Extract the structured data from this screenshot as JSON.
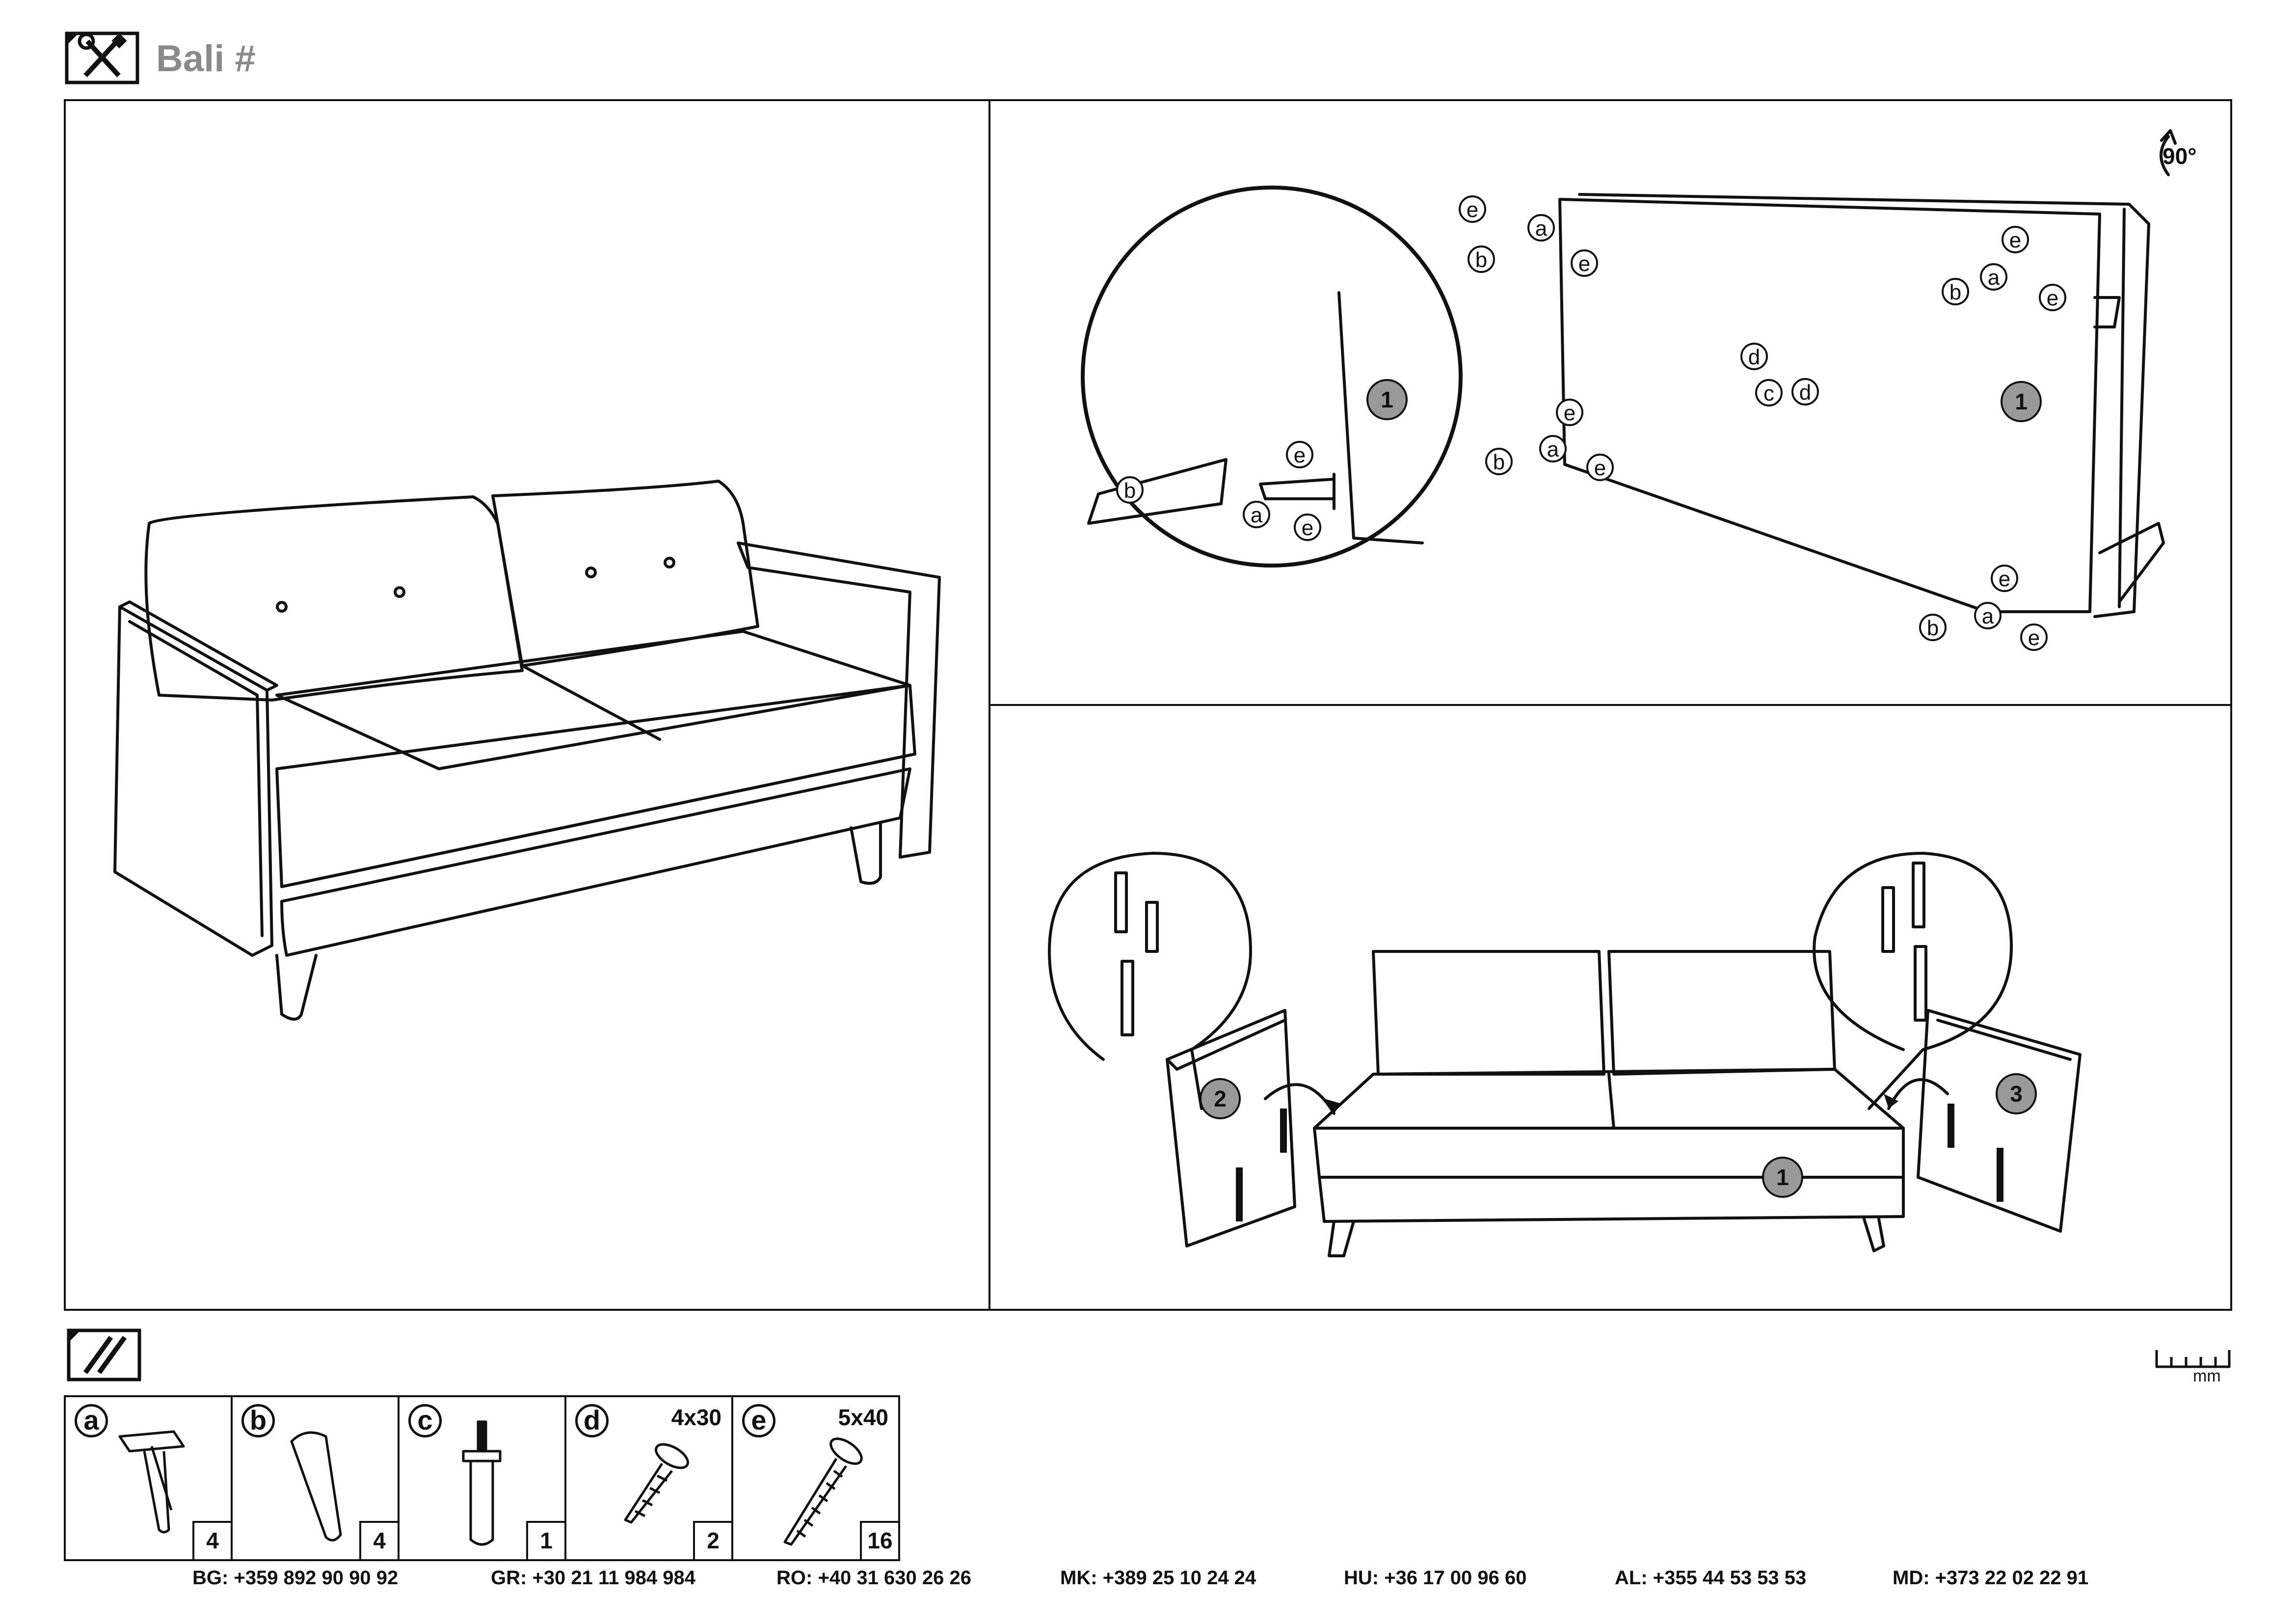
{
  "header": {
    "title": "Bali #",
    "icon": "tools-icon"
  },
  "step1": {
    "rotation": "90°"
  },
  "labels": {
    "a": "a",
    "b": "b",
    "c": "c",
    "d": "d",
    "e": "e",
    "n1": "1",
    "n2": "2",
    "n3": "3"
  },
  "hardware": {
    "icon": "screws-icon",
    "items": [
      {
        "letter": "a",
        "size": "",
        "qty": "4",
        "icon": "leg-bracket-icon"
      },
      {
        "letter": "b",
        "size": "",
        "qty": "4",
        "icon": "wooden-leg-icon"
      },
      {
        "letter": "c",
        "size": "",
        "qty": "1",
        "icon": "center-leg-icon"
      },
      {
        "letter": "d",
        "size": "4x30",
        "qty": "2",
        "icon": "screw-icon"
      },
      {
        "letter": "e",
        "size": "5x40",
        "qty": "16",
        "icon": "screw-icon"
      }
    ]
  },
  "ruler": {
    "unit": "mm"
  },
  "contacts": [
    {
      "code": "BG:",
      "phone": "+359 892 90 90 92"
    },
    {
      "code": "GR:",
      "phone": "+30 21 11 984 984"
    },
    {
      "code": "RO:",
      "phone": "+40 31 630 26 26"
    },
    {
      "code": "MK:",
      "phone": "+389 25 10 24 24"
    },
    {
      "code": "HU:",
      "phone": "+36 17 00 96 60"
    },
    {
      "code": "AL:",
      "phone": "+355 44 53 53 53"
    },
    {
      "code": "MD:",
      "phone": "+373 22 02 22 91"
    }
  ]
}
